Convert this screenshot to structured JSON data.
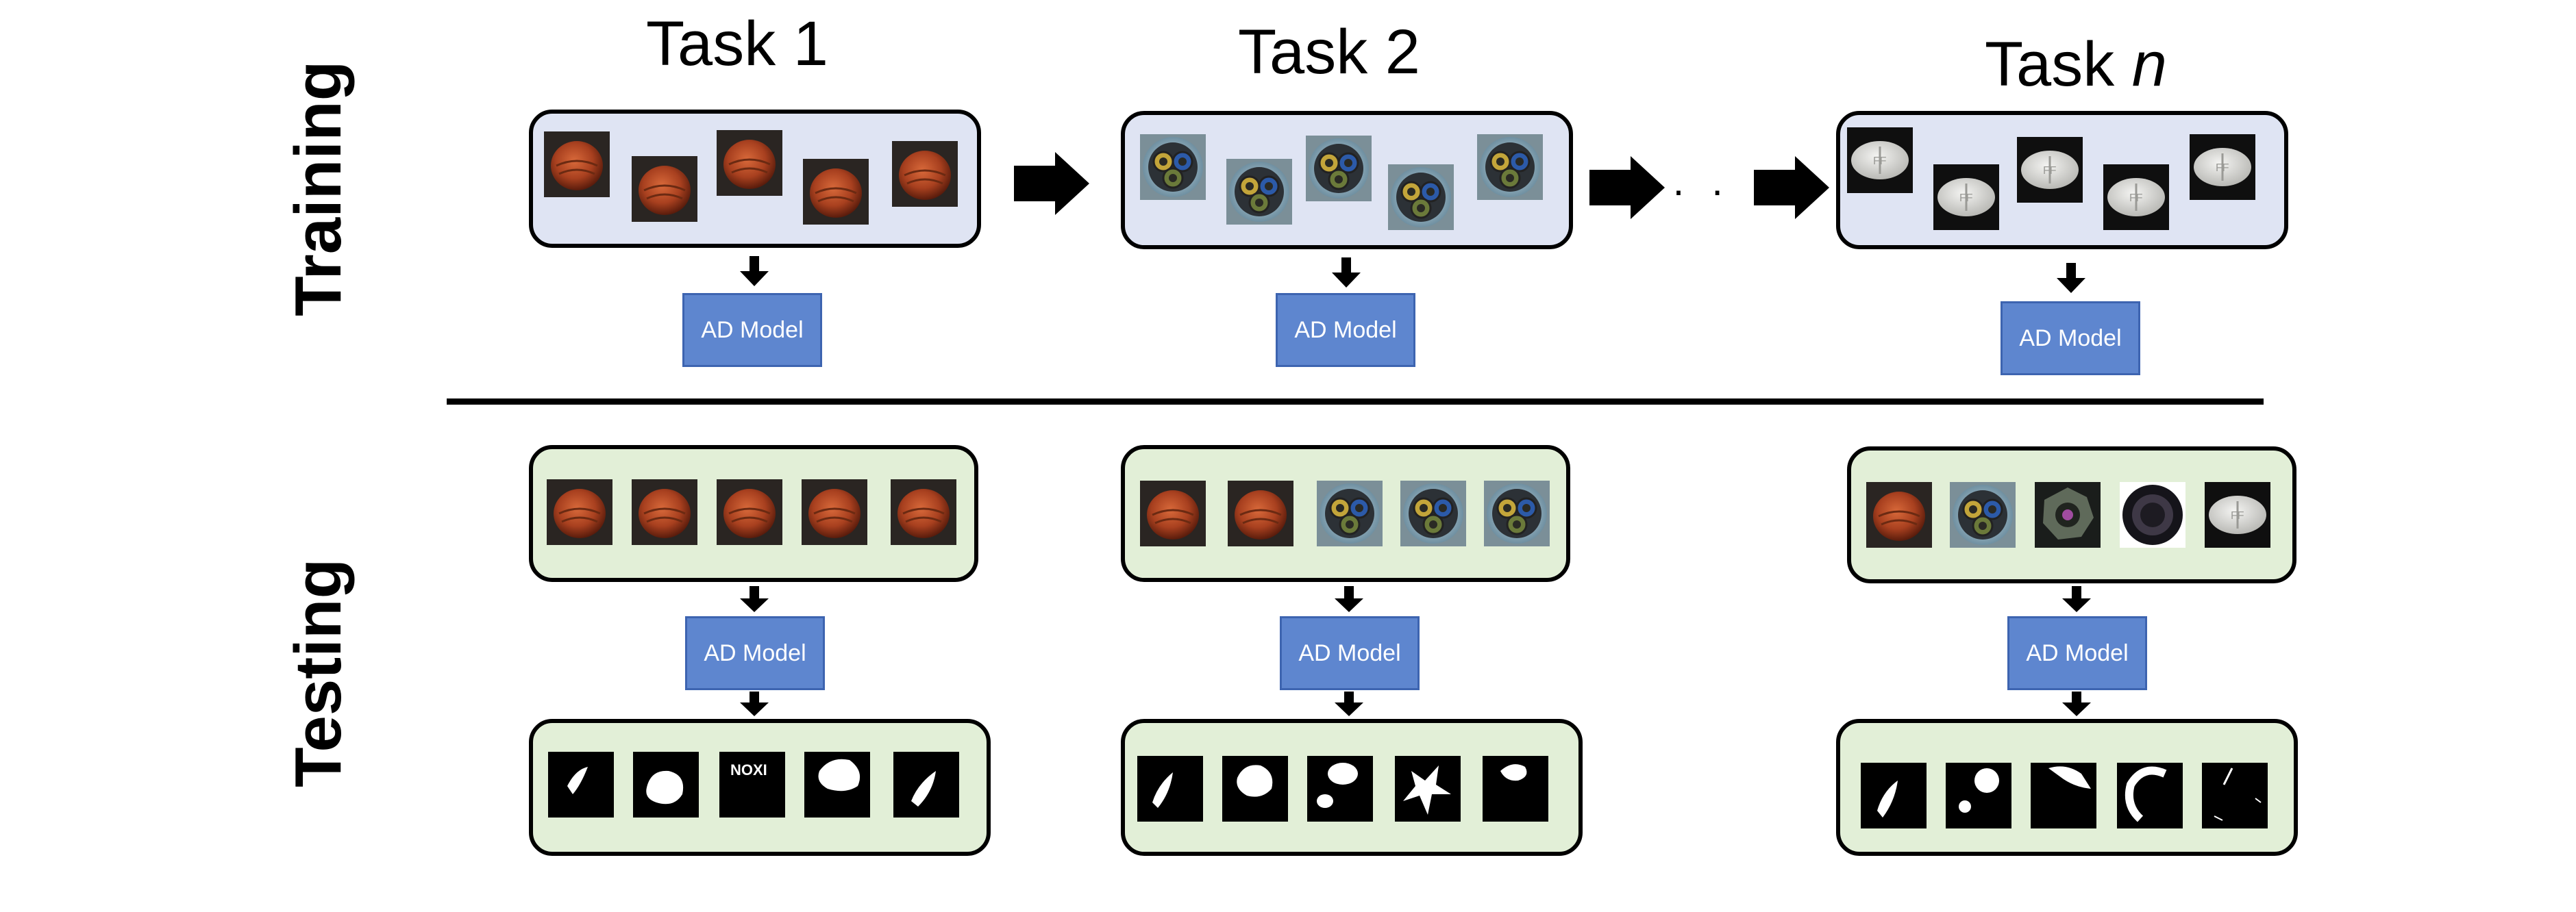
{
  "tasks": [
    {
      "name": "Task 1"
    },
    {
      "name": "Task 2"
    },
    {
      "name": "Task ",
      "name_italic": "n"
    }
  ],
  "sections": {
    "training": "Training",
    "testing": "Testing"
  },
  "model_label": "AD Model",
  "ellipsis": "· · ·",
  "colors": {
    "train_panel": "#dfe4f3",
    "test_panel": "#e2efd7",
    "model_box": "#5e86cf",
    "arrow": "#000000"
  },
  "icons": {
    "flow_arrow": "right-arrow-icon",
    "down_arrow": "down-arrow-icon",
    "hazelnut": "hazelnut-image",
    "cable": "cable-image",
    "pill": "pill-image",
    "screw": "screw-image",
    "bottle": "bottle-image",
    "mask": "anomaly-mask-image"
  }
}
